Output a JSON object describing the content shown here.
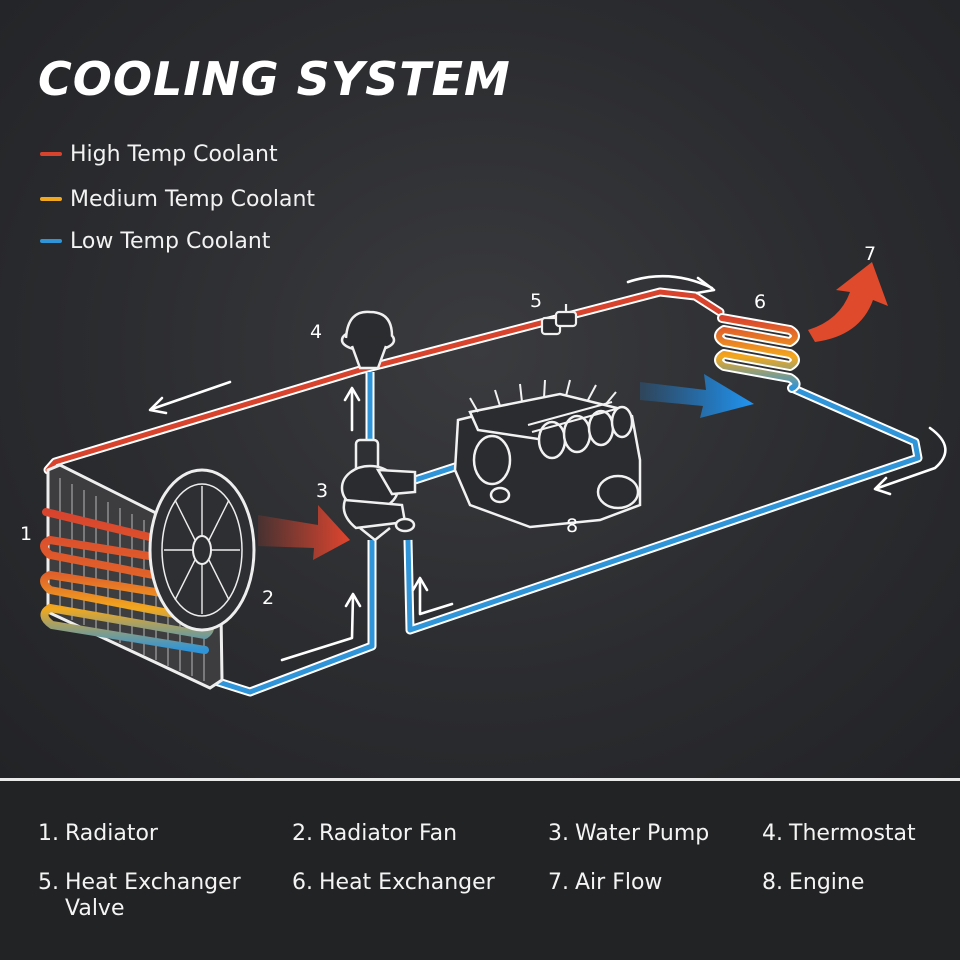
{
  "title": "COOLING SYSTEM",
  "legend": [
    {
      "label": "High Temp Coolant",
      "color": "#d8432e"
    },
    {
      "label": "Medium Temp Coolant",
      "color": "#f2a81e"
    },
    {
      "label": "Low Temp Coolant",
      "color": "#2f94d8"
    }
  ],
  "colors": {
    "high": "#d8432e",
    "medium": "#f2a81e",
    "low": "#2f94d8",
    "airflow_blue": "#1e88e5",
    "background": "#2b2c2f"
  },
  "diagram_numbers": {
    "radiator": "1",
    "radiator_fan": "2",
    "water_pump": "3",
    "thermostat": "4",
    "heat_exchanger_valve": "5",
    "heat_exchanger": "6",
    "air_flow": "7",
    "engine": "8"
  },
  "key": [
    {
      "num": "1.",
      "label": "Radiator"
    },
    {
      "num": "2.",
      "label": "Radiator Fan"
    },
    {
      "num": "3.",
      "label": "Water Pump"
    },
    {
      "num": "4.",
      "label": "Thermostat"
    },
    {
      "num": "5.",
      "label": "Heat Exchanger Valve"
    },
    {
      "num": "6.",
      "label": "Heat Exchanger"
    },
    {
      "num": "7.",
      "label": "Air Flow"
    },
    {
      "num": "8.",
      "label": "Engine"
    }
  ]
}
